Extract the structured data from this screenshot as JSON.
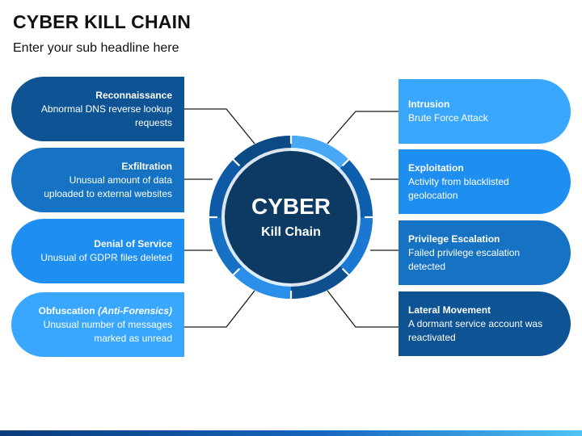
{
  "header": {
    "title": "CYBER KILL CHAIN",
    "subtitle": "Enter your sub headline here"
  },
  "hub": {
    "main": "CYBER",
    "sub": "Kill Chain"
  },
  "left_items": [
    {
      "title": "Reconnaissance",
      "desc": "Abnormal DNS reverse lookup requests"
    },
    {
      "title": "Exfiltration",
      "desc": "Unusual amount of data uploaded to external websites"
    },
    {
      "title": "Denial of Service",
      "desc": "Unusual of GDPR files deleted"
    },
    {
      "title": "Obfuscation",
      "title_italic": "(Anti-Forensics)",
      "desc": "Unusual number of messages marked as unread"
    }
  ],
  "right_items": [
    {
      "title": "Intrusion",
      "desc": "Brute Force Attack"
    },
    {
      "title": "Exploitation",
      "desc": "Activity from blacklisted geolocation"
    },
    {
      "title": "Privilege Escalation",
      "desc": "Failed privilege escalation detected"
    },
    {
      "title": "Lateral Movement",
      "desc": "A dormant service account was reactivated"
    }
  ],
  "colors": {
    "dark_blue": "#0e5393",
    "mid_blue": "#1672c2",
    "blue": "#1f8ef1",
    "light_blue": "#3aa7ff",
    "hub_core": "#0d3a63",
    "connector": "#1a1a1a"
  }
}
